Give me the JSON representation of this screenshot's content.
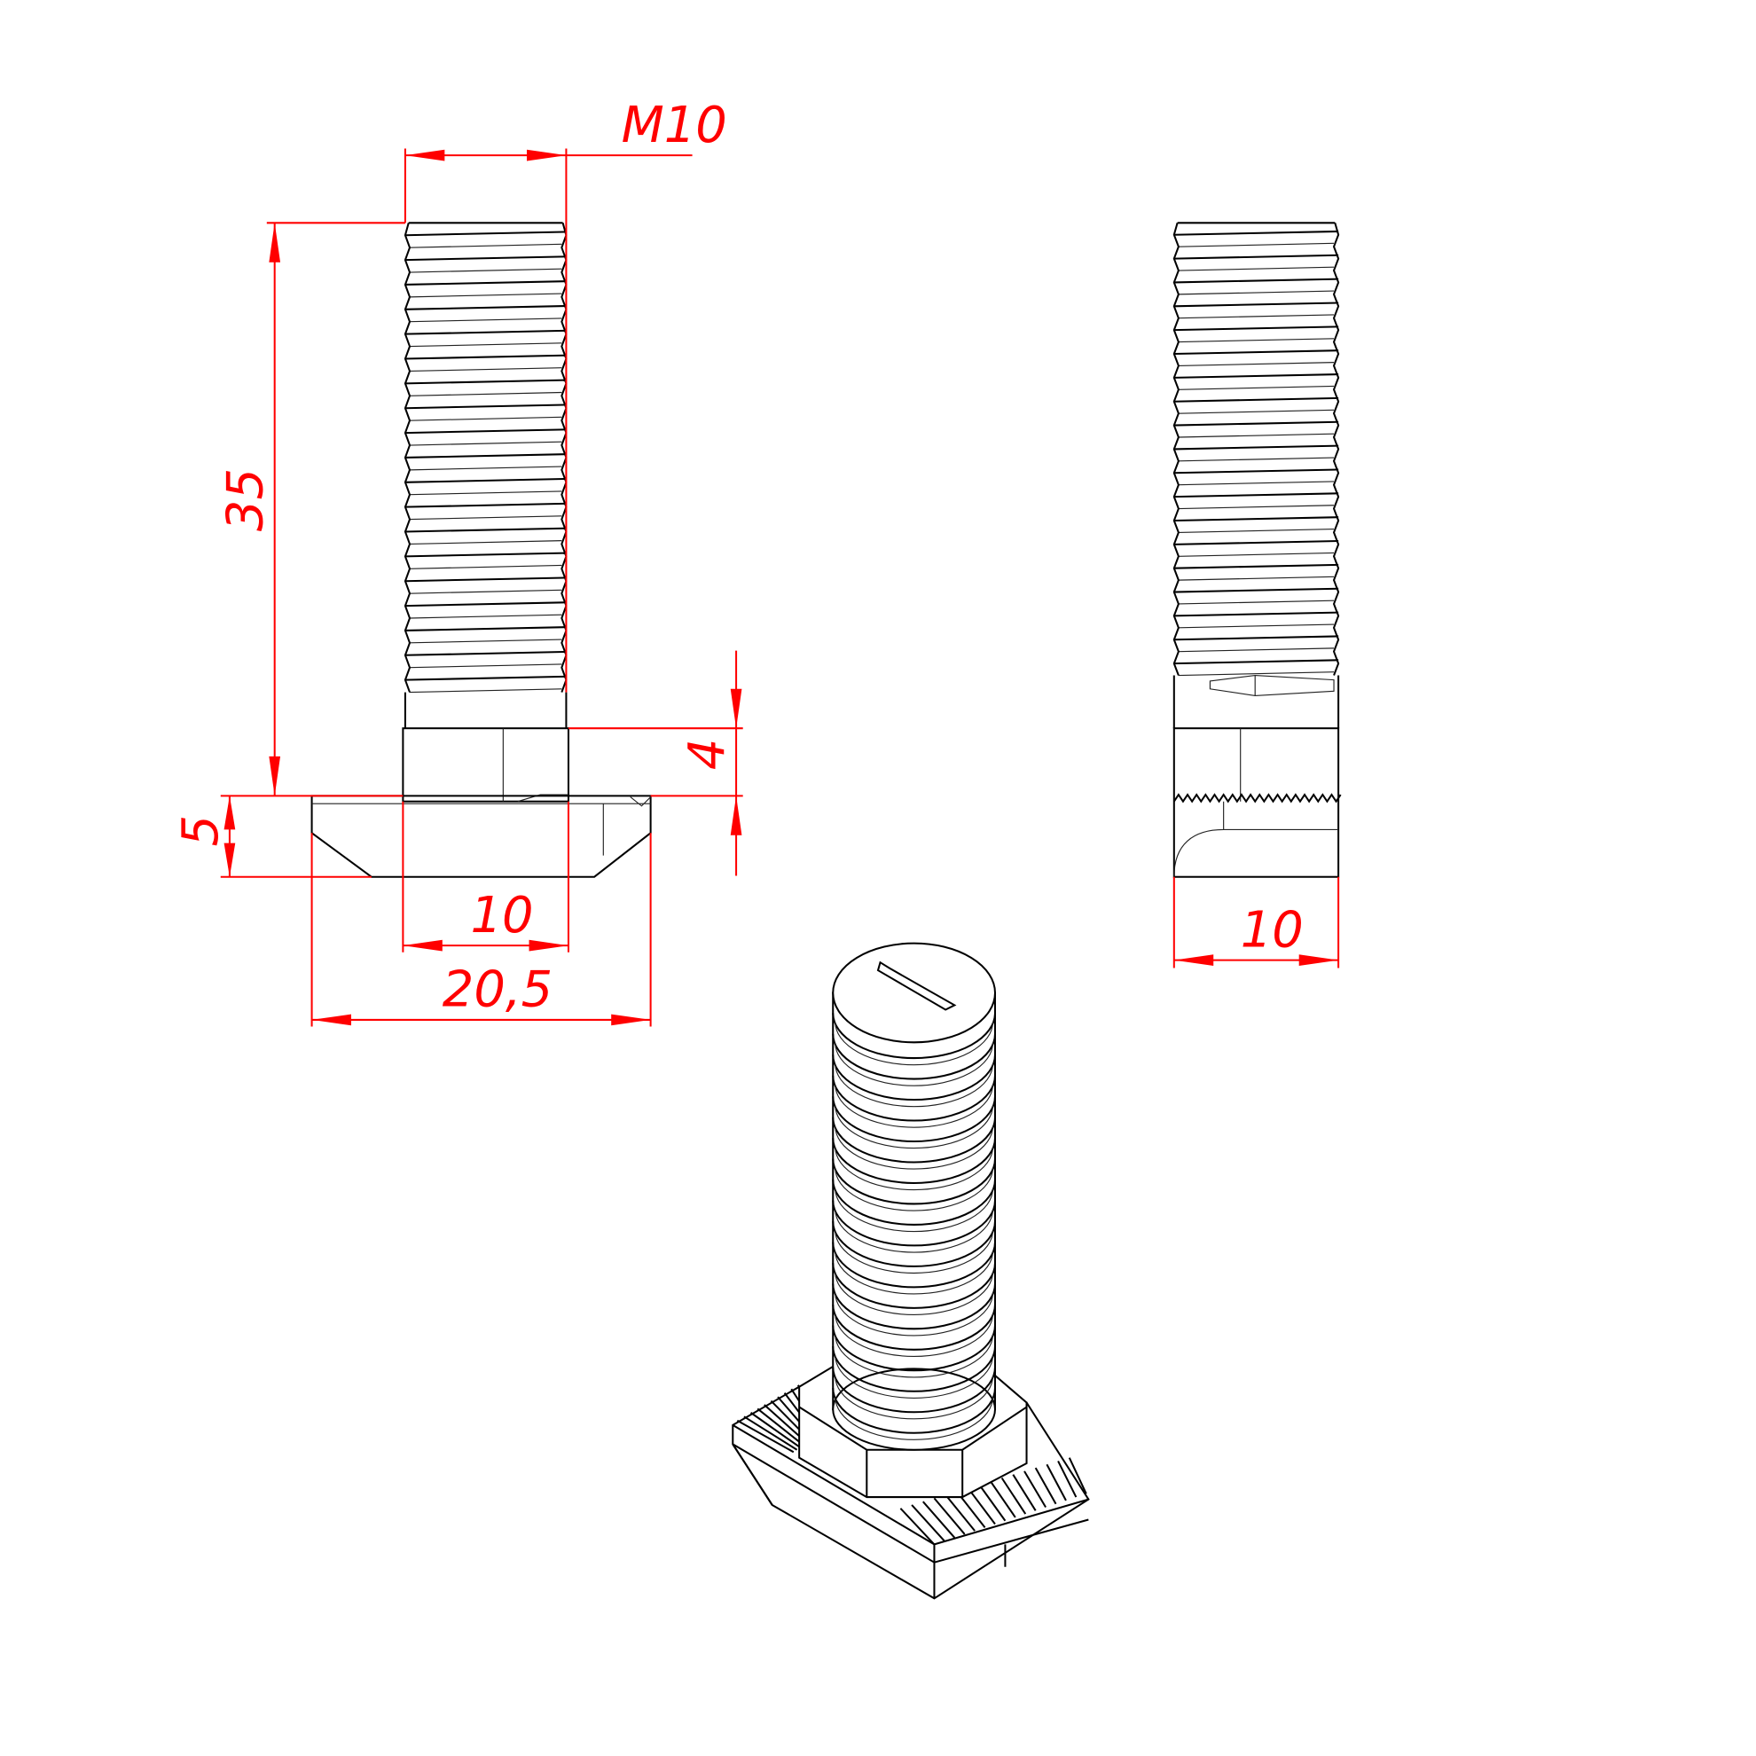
{
  "drawing": {
    "colors": {
      "dimension": "#ff0000",
      "outline": "#000000",
      "background": "#ffffff"
    },
    "dimensions": {
      "thread": "M10",
      "length": "35",
      "head_height": "5",
      "neck_height": "4",
      "neck_width": "10",
      "head_width": "20,5",
      "side_width": "10"
    },
    "views": [
      "front-view",
      "side-view",
      "isometric-view"
    ],
    "thread_turns": 19
  }
}
